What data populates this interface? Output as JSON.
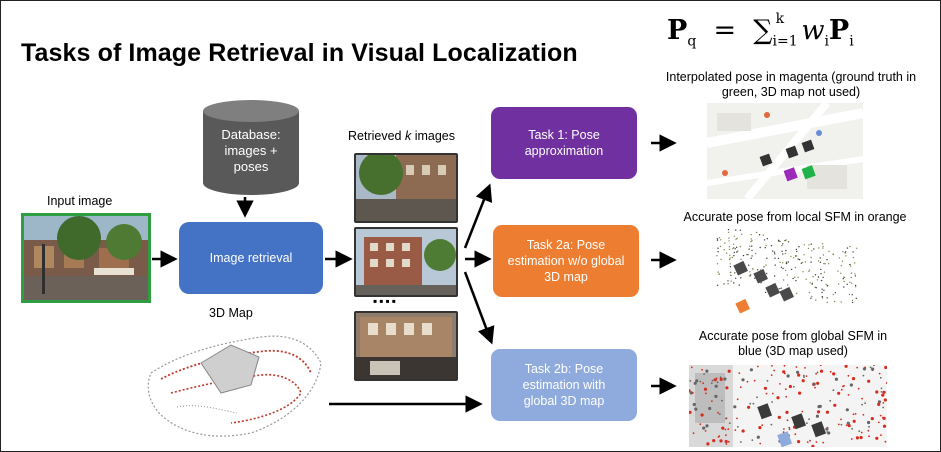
{
  "title": "Tasks of Image Retrieval in Visual Localization",
  "formula": {
    "lhs": "P",
    "lhs_sub": "q",
    "eq": "=",
    "sum": "∑",
    "sum_sub": "i=1",
    "sum_sup": "k",
    "w": "w",
    "w_sub": "i",
    "p": "P",
    "p_sub": "i"
  },
  "input_image_label": "Input image",
  "database": {
    "lines": [
      "Database:",
      "images +",
      "poses"
    ]
  },
  "image_retrieval": "Image retrieval",
  "retrieved_label": {
    "prefix": "Retrieved ",
    "k": "k",
    "suffix": " images"
  },
  "ellipsis": "▪▪▪▪",
  "map_label": "3D Map",
  "task1": {
    "lines": [
      "Task 1: Pose",
      "approximation"
    ],
    "color": "#7030a0"
  },
  "task2a": {
    "lines": [
      "Task 2a: Pose",
      "estimation w/o global",
      "3D map"
    ],
    "color": "#ed7d31"
  },
  "task2b": {
    "lines": [
      "Task 2b: Pose",
      "estimation with",
      "global 3D map"
    ],
    "color": "#8faadc"
  },
  "result1": {
    "lines": [
      "Interpolated pose in magenta (ground truth in",
      "green, 3D map not used)"
    ]
  },
  "result2": {
    "lines": [
      "Accurate pose from local SFM in orange"
    ]
  },
  "result3": {
    "lines": [
      "Accurate pose from global SFM in",
      "blue (3D map used)"
    ]
  },
  "colors": {
    "image_retrieval": "#4472c4",
    "database": "#555555",
    "input_border": "#2e9e40"
  }
}
